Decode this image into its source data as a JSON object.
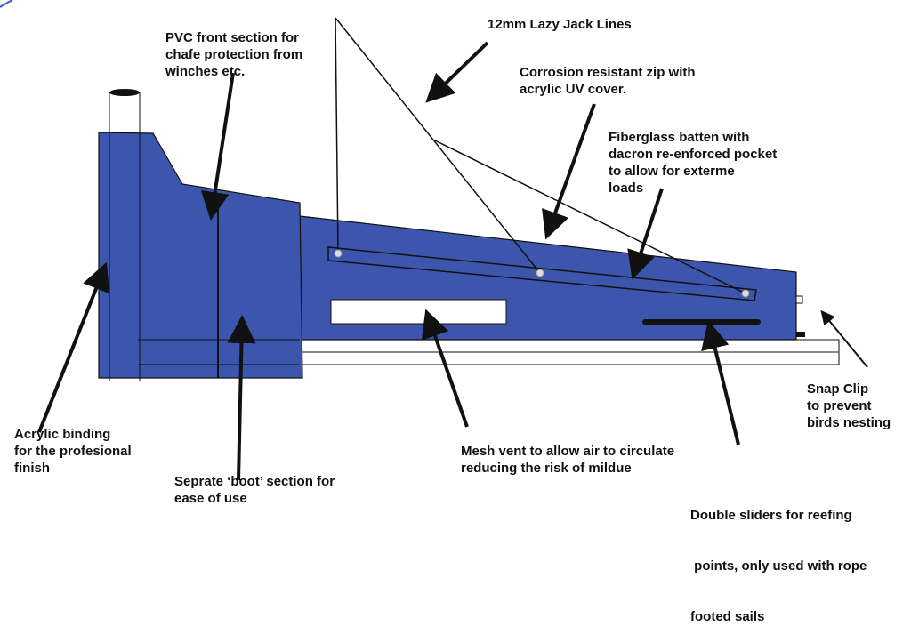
{
  "colors": {
    "cover_fill": "#3c55ad",
    "outline": "#111111",
    "background": "#ffffff",
    "text": "#111111"
  },
  "labels": {
    "lazy_jack": [
      "12mm Lazy Jack Lines"
    ],
    "pvc_front": [
      "PVC front section for",
      "chafe protection from",
      "winches etc."
    ],
    "zip": [
      "Corrosion resistant zip with",
      "acrylic UV cover."
    ],
    "batten": [
      "Fiberglass batten with",
      "dacron re-enforced pocket",
      "to allow for exterme",
      "loads"
    ],
    "binding": [
      "Acrylic binding",
      "for the profesional",
      "finish"
    ],
    "boot": [
      "Seprate ‘boot’ section for",
      "ease of use"
    ],
    "vent": [
      "Mesh vent to allow air to circulate",
      "reducing the risk of mildue"
    ],
    "sliders": [
      "Double sliders for reefing",
      " points, only used with rope",
      "footed sails"
    ],
    "snap": [
      "Snap Clip",
      "to prevent",
      "birds nesting"
    ]
  }
}
